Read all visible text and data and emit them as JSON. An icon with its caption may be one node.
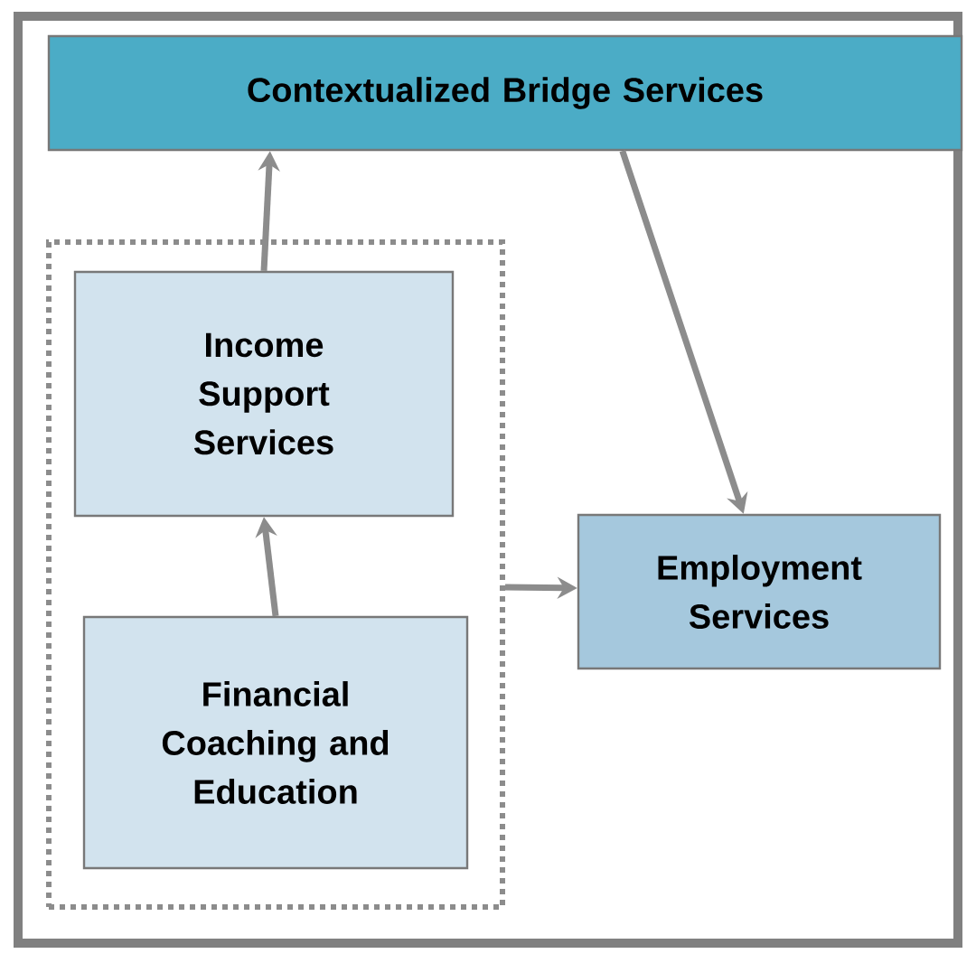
{
  "diagram": {
    "nodes": [
      {
        "text": [
          "Contextualized Bridge Services"
        ]
      },
      {
        "text": [],
        "shape": "box"
      },
      {
        "text": [
          "Income Support Services"
        ],
        "in": 1
      },
      {
        "text": [
          "Financial Coaching and Education"
        ],
        "in": 1
      },
      {
        "text": [
          "Employment Services"
        ]
      }
    ],
    "edges": [
      {
        "from": 2,
        "to": 0,
        "arrow": "to"
      },
      {
        "from": 3,
        "to": 2,
        "arrow": "to"
      },
      {
        "from": 1,
        "to": 4,
        "arrow": "to"
      },
      {
        "from": 0,
        "to": 4,
        "arrow": "to"
      }
    ]
  }
}
